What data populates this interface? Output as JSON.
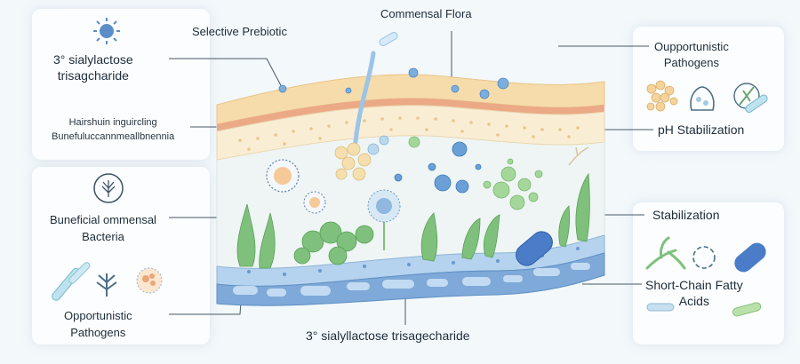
{
  "labels": {
    "top_center": "Commensal Flora",
    "top_left_sub": "Selective Prebiotic",
    "left_1_line1": "3° sialylactose",
    "left_1_line2": "trisagcharide",
    "left_2_line1": "Hairshuin inguircling",
    "left_2_line2": "Bunefuluccannmeallbnennia",
    "left_3_line1": "Buneficial ommensal",
    "left_3_line2": "Bacteria",
    "left_4_line1": "Opportunistic",
    "left_4_line2": "Pathogens",
    "right_1_line1": "Oupportunistic",
    "right_1_line2": "Pathogens",
    "right_2": "pH Stabilization",
    "right_3": "Stabilization",
    "right_4_line1": "Short-Chain Fatty",
    "right_4_line2": "Acids",
    "bottom": "3° sialyllactose trisagecharide"
  },
  "icons": [
    "sun-icon",
    "seaweed-badge-icon",
    "rod-bacteria-icon",
    "sprout-icon",
    "virus-icon",
    "cluster-icon",
    "pod-icon",
    "spiral-bacteria-icon",
    "branch-icon",
    "ring-bacteria-icon",
    "capsule-icon"
  ],
  "colors": {
    "upper_layer": "#f3d9a4",
    "upper_edge": "#e9a77a",
    "mucus_layer": "#eef5f4",
    "epithelium": "#8fb8e0",
    "green_flora": "#7fc07c",
    "blue_bubbles": "#6aa0d6",
    "text": "#1f2d3a"
  }
}
